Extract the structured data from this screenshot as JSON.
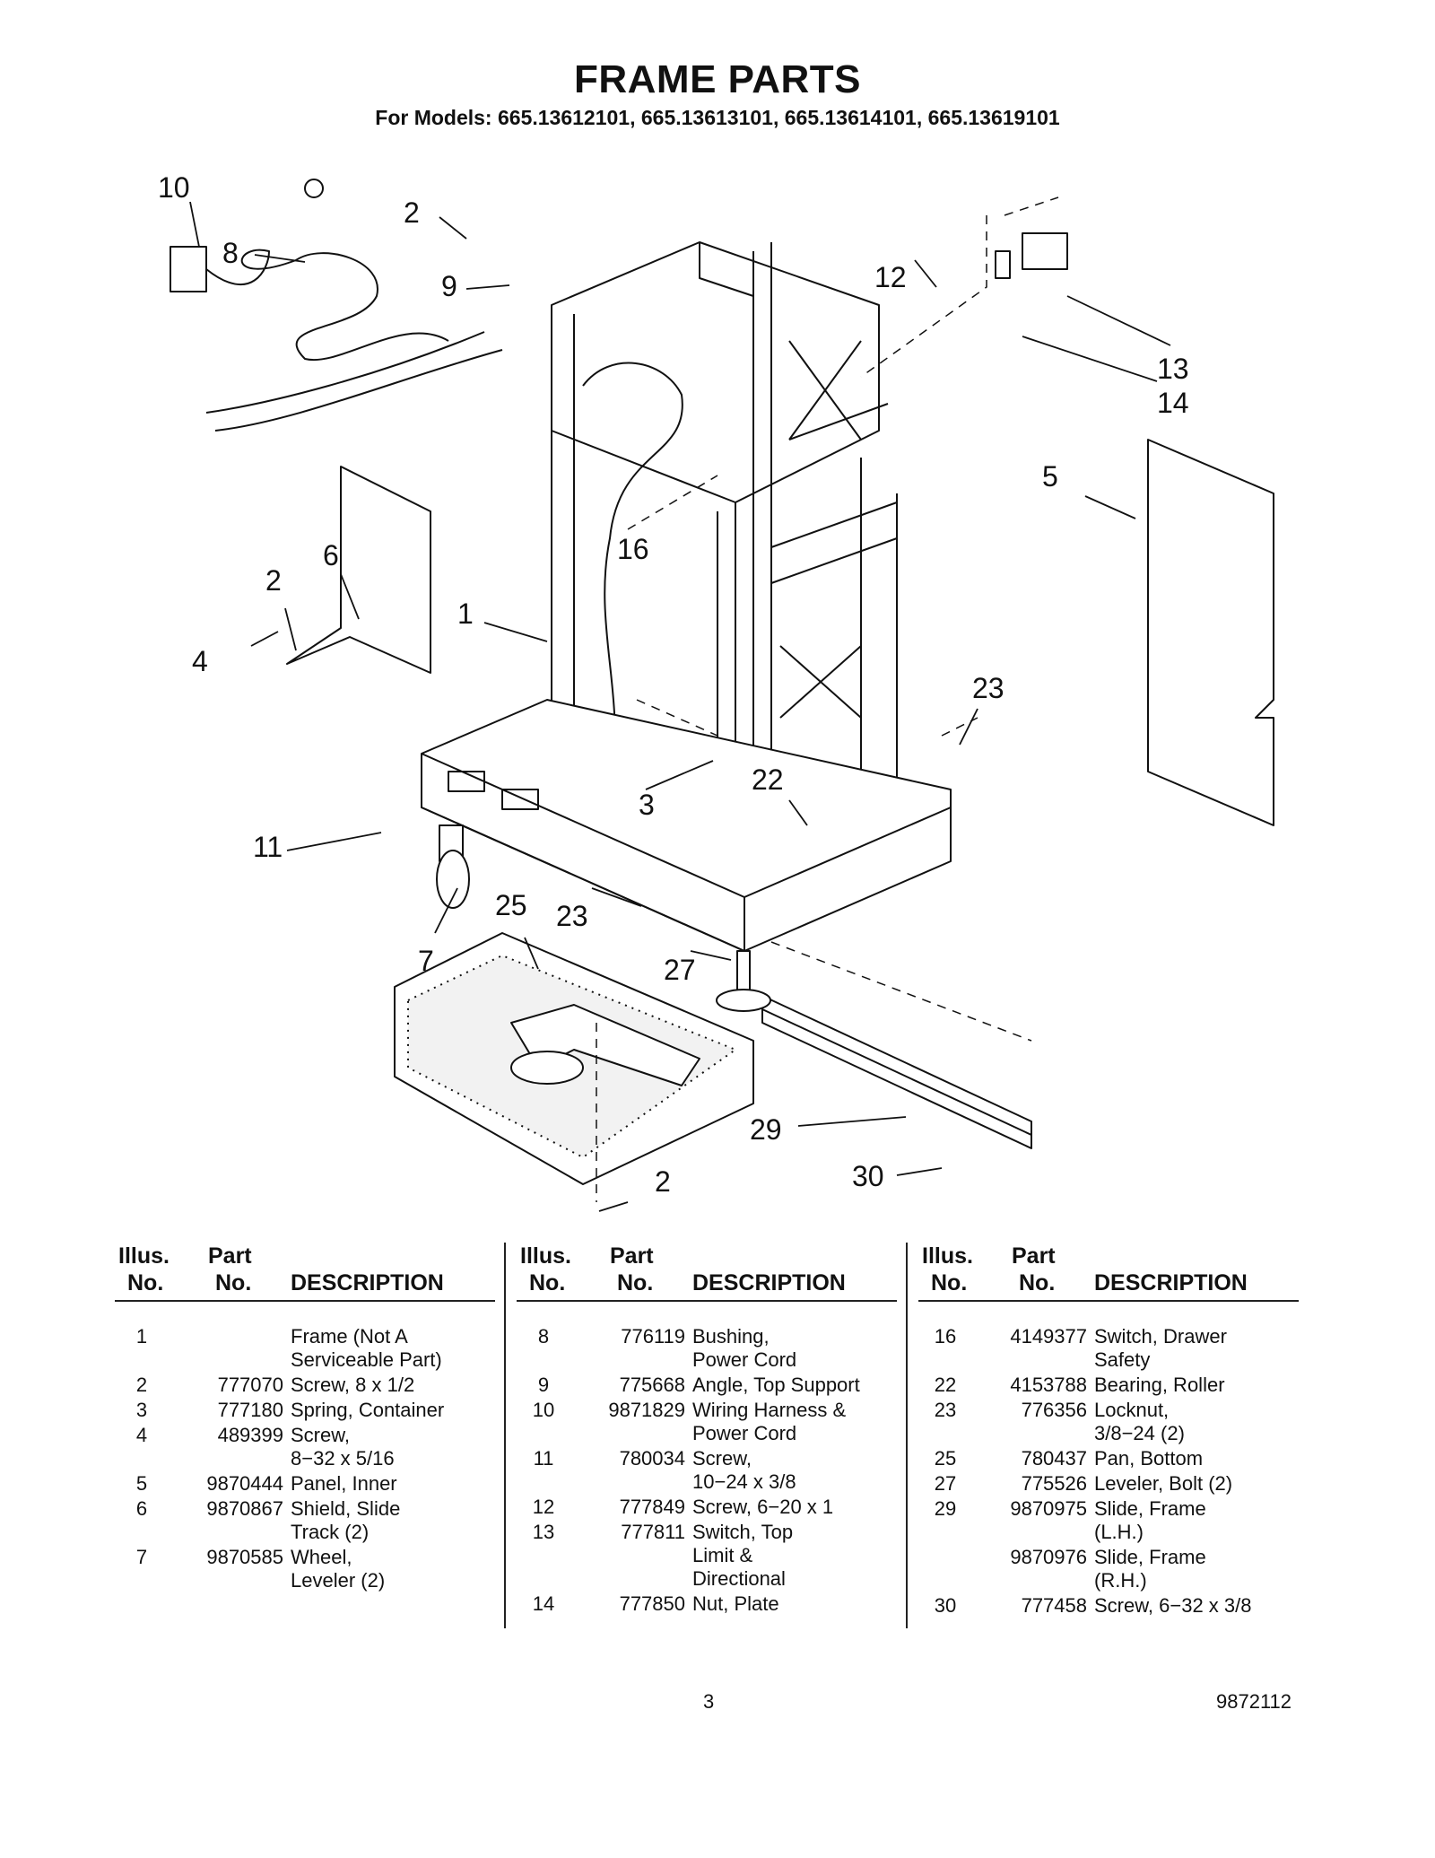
{
  "header": {
    "title": "FRAME PARTS",
    "subtitle": "For Models: 665.13612101, 665.13613101, 665.13614101, 665.13619101"
  },
  "callouts": [
    "10",
    "8",
    "2",
    "9",
    "12",
    "13",
    "14",
    "5",
    "2",
    "6",
    "4",
    "1",
    "16",
    "23",
    "11",
    "3",
    "22",
    "7",
    "25",
    "23",
    "27",
    "29",
    "2",
    "30"
  ],
  "table_headers": {
    "illus": "Illus.",
    "no": "No.",
    "part": "Part",
    "part_no": "No.",
    "description": "DESCRIPTION"
  },
  "columns": [
    [
      {
        "illus": "1",
        "part": "",
        "desc": [
          "Frame (Not A",
          "Serviceable Part)"
        ]
      },
      {
        "illus": "2",
        "part": "777070",
        "desc": [
          "Screw, 8 x 1/2"
        ]
      },
      {
        "illus": "3",
        "part": "777180",
        "desc": [
          "Spring, Container"
        ]
      },
      {
        "illus": "4",
        "part": "489399",
        "desc": [
          "Screw,",
          "8−32 x 5/16"
        ]
      },
      {
        "illus": "5",
        "part": "9870444",
        "desc": [
          "Panel, Inner"
        ]
      },
      {
        "illus": "6",
        "part": "9870867",
        "desc": [
          "Shield, Slide",
          "Track (2)"
        ]
      },
      {
        "illus": "7",
        "part": "9870585",
        "desc": [
          "Wheel,",
          "Leveler (2)"
        ]
      }
    ],
    [
      {
        "illus": "8",
        "part": "776119",
        "desc": [
          "Bushing,",
          "Power Cord"
        ]
      },
      {
        "illus": "9",
        "part": "775668",
        "desc": [
          "Angle, Top Support"
        ]
      },
      {
        "illus": "10",
        "part": "9871829",
        "desc": [
          "Wiring Harness &",
          "Power Cord"
        ]
      },
      {
        "illus": "11",
        "part": "780034",
        "desc": [
          "Screw,",
          "10−24 x 3/8"
        ]
      },
      {
        "illus": "12",
        "part": "777849",
        "desc": [
          "Screw, 6−20 x 1"
        ]
      },
      {
        "illus": "13",
        "part": "777811",
        "desc": [
          "Switch, Top",
          "Limit &",
          "Directional"
        ]
      },
      {
        "illus": "14",
        "part": "777850",
        "desc": [
          "Nut, Plate"
        ]
      }
    ],
    [
      {
        "illus": "16",
        "part": "4149377",
        "desc": [
          "Switch, Drawer",
          "Safety"
        ]
      },
      {
        "illus": "22",
        "part": "4153788",
        "desc": [
          "Bearing, Roller"
        ]
      },
      {
        "illus": "23",
        "part": "776356",
        "desc": [
          "Locknut,",
          "3/8−24 (2)"
        ]
      },
      {
        "illus": "25",
        "part": "780437",
        "desc": [
          "Pan, Bottom"
        ]
      },
      {
        "illus": "27",
        "part": "775526",
        "desc": [
          "Leveler, Bolt (2)"
        ]
      },
      {
        "illus": "29",
        "part": "9870975",
        "desc": [
          "Slide, Frame",
          "(L.H.)"
        ]
      },
      {
        "illus": "",
        "part": "9870976",
        "desc": [
          "Slide, Frame",
          "(R.H.)"
        ]
      },
      {
        "illus": "30",
        "part": "777458",
        "desc": [
          "Screw, 6−32 x 3/8"
        ]
      }
    ]
  ],
  "footer": {
    "page_number": "3",
    "doc_number": "9872112"
  }
}
